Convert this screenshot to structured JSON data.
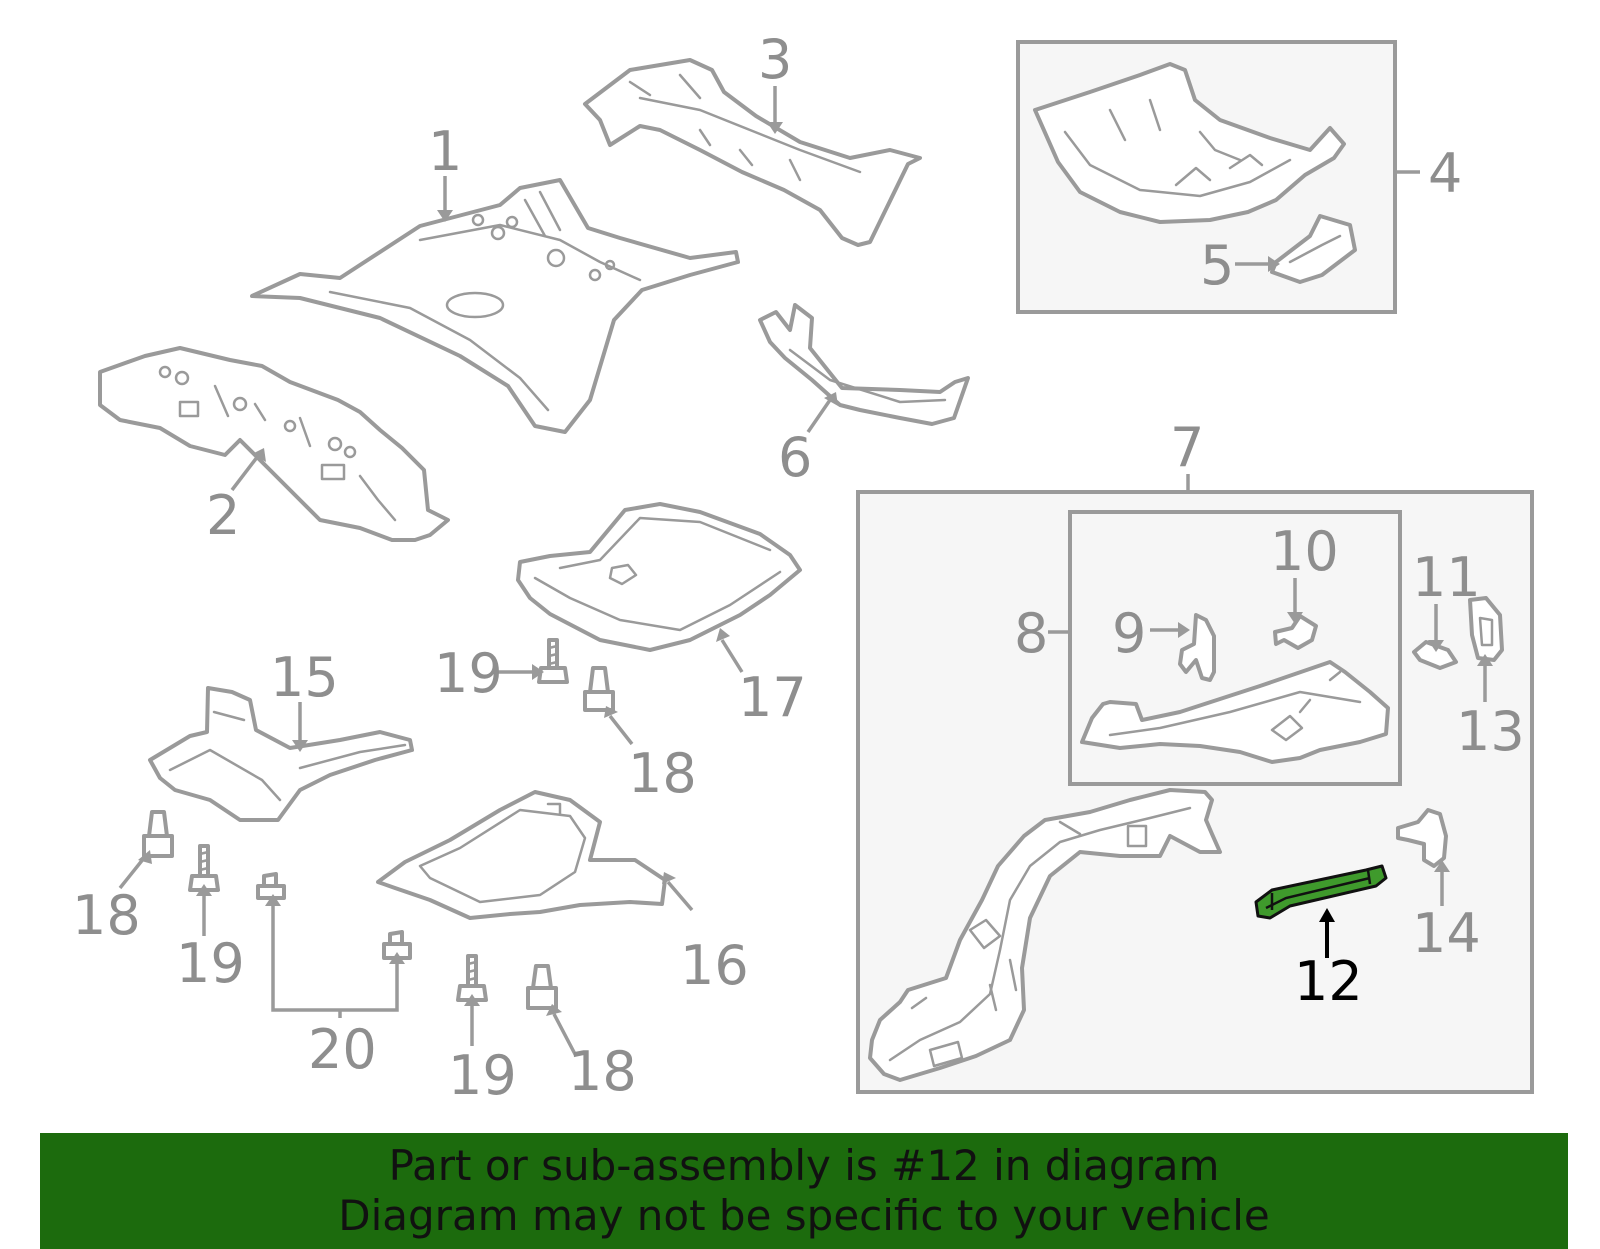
{
  "diagram": {
    "labels": {
      "l1": "1",
      "l2": "2",
      "l3": "3",
      "l4": "4",
      "l5": "5",
      "l6": "6",
      "l7": "7",
      "l8": "8",
      "l9": "9",
      "l10": "10",
      "l11": "11",
      "l12": "12",
      "l13": "13",
      "l14": "14",
      "l15": "15",
      "l16": "16",
      "l17": "17",
      "l18a": "18",
      "l18b": "18",
      "l18c": "18",
      "l19a": "19",
      "l19b": "19",
      "l19c": "19",
      "l20": "20"
    },
    "highlighted_part": "12",
    "colors": {
      "part_line": "#9a9a9a",
      "highlight_fill": "#3f9a2c",
      "banner_bg": "#1c6b0d",
      "box_fill": "#f6f6f6"
    }
  },
  "banner": {
    "line1": "Part or sub-assembly is #12 in diagram",
    "line2": "Diagram may not be specific to your vehicle"
  }
}
